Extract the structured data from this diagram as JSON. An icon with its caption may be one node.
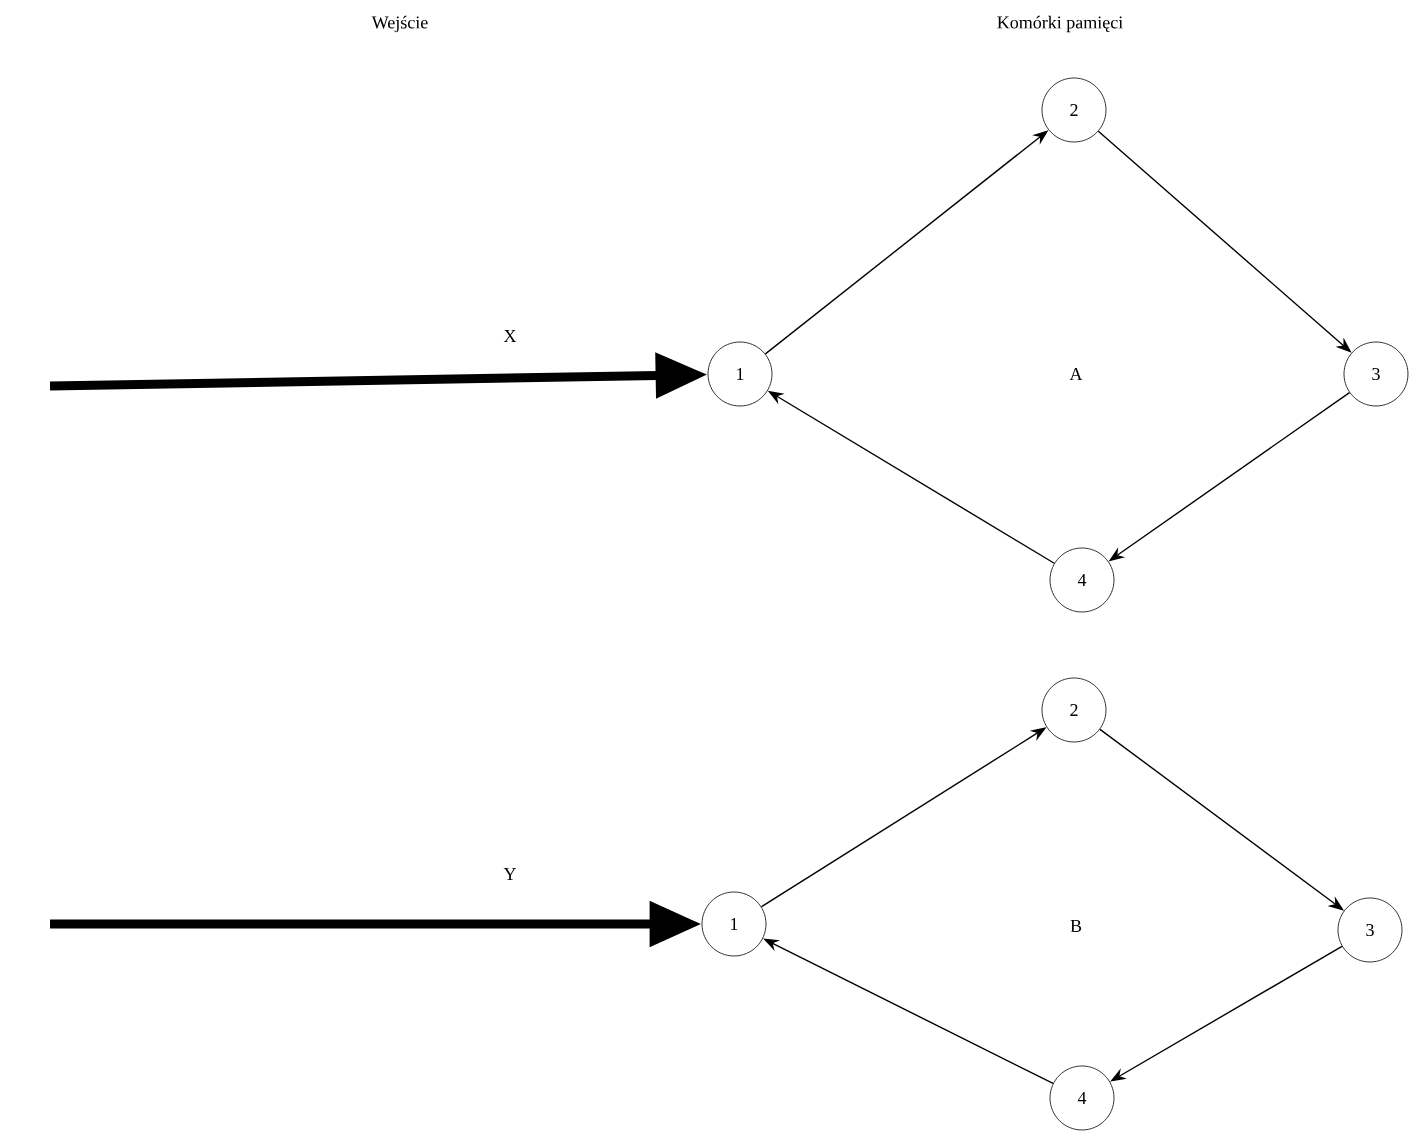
{
  "diagram": {
    "nodes": [
      {
        "text": [
          "1"
        ]
      },
      {
        "text": [
          "2"
        ]
      },
      {
        "text": [
          "3"
        ]
      },
      {
        "text": [
          "4"
        ]
      },
      {
        "text": [
          "1"
        ]
      },
      {
        "text": [
          "2"
        ]
      },
      {
        "text": [
          "3"
        ]
      },
      {
        "text": [
          "4"
        ]
      }
    ],
    "edges": [
      {
        "from": null,
        "to": 0,
        "arrow": "to",
        "label": "X",
        "style": "thick"
      },
      {
        "from": 0,
        "to": 1,
        "arrow": "to"
      },
      {
        "from": 1,
        "to": 2,
        "arrow": "to"
      },
      {
        "from": 2,
        "to": 3,
        "arrow": "to"
      },
      {
        "from": 3,
        "to": 0,
        "arrow": "to"
      },
      {
        "from": null,
        "to": 4,
        "arrow": "to",
        "label": "Y",
        "style": "thick"
      },
      {
        "from": 4,
        "to": 5,
        "arrow": "to"
      },
      {
        "from": 5,
        "to": 6,
        "arrow": "to"
      },
      {
        "from": 6,
        "to": 7,
        "arrow": "to"
      },
      {
        "from": 7,
        "to": 4,
        "arrow": "to"
      }
    ],
    "labels": [
      "Wejście",
      "Komórki pamięci",
      "A",
      "B"
    ]
  }
}
